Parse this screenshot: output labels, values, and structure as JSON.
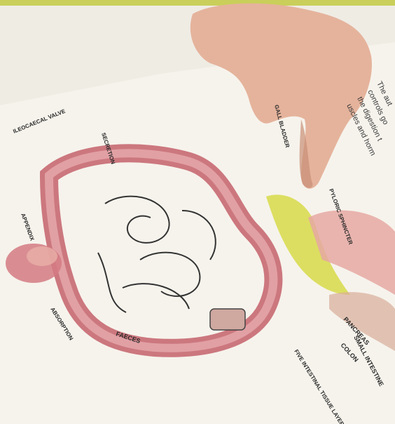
{
  "colors": {
    "top_bar": "#c9cf5a",
    "paper": "#f4f1ea",
    "intestine_pink": "#d98a8f",
    "intestine_dark": "#b4505a",
    "yellow_bile": "#d9dc52",
    "skin": "#e7b49a",
    "ink": "#2a2a2a"
  },
  "labels": {
    "ileocaecal_valve": "ILEOCAECAL VALVE",
    "appendix": "APPENDIX",
    "faeces": "FAECES",
    "absorption": "ABSORPTION",
    "secretion": "SECRETION",
    "pancreas": "PANCREAS",
    "colon": "COLON",
    "small_intestine": "SMALL INTESTINE",
    "pyloric_sphincter": "PYLORIC SPHINCTER",
    "gall_bladder": "GALL BLADDER",
    "five_intestinal_tissue_layers": "FIVE INTESTINAL TISSUE LAYERS",
    "corner_text_1": "The aut",
    "corner_text_2": "controls go",
    "corner_text_3": "the digestion t",
    "corner_text_4": "uscles and horm"
  }
}
